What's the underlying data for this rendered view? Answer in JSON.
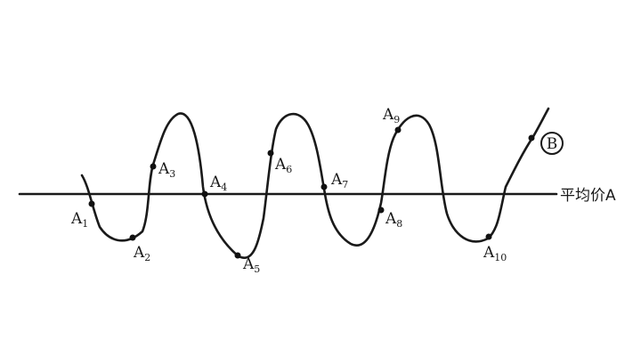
{
  "axis_label": "平均价A",
  "end_marker": "B",
  "points": [
    {
      "letter": "A",
      "sub": "1"
    },
    {
      "letter": "A",
      "sub": "2"
    },
    {
      "letter": "A",
      "sub": "3"
    },
    {
      "letter": "A",
      "sub": "4"
    },
    {
      "letter": "A",
      "sub": "5"
    },
    {
      "letter": "A",
      "sub": "6"
    },
    {
      "letter": "A",
      "sub": "7"
    },
    {
      "letter": "A",
      "sub": "8"
    },
    {
      "letter": "A",
      "sub": "9"
    },
    {
      "letter": "A",
      "sub": "10"
    }
  ]
}
